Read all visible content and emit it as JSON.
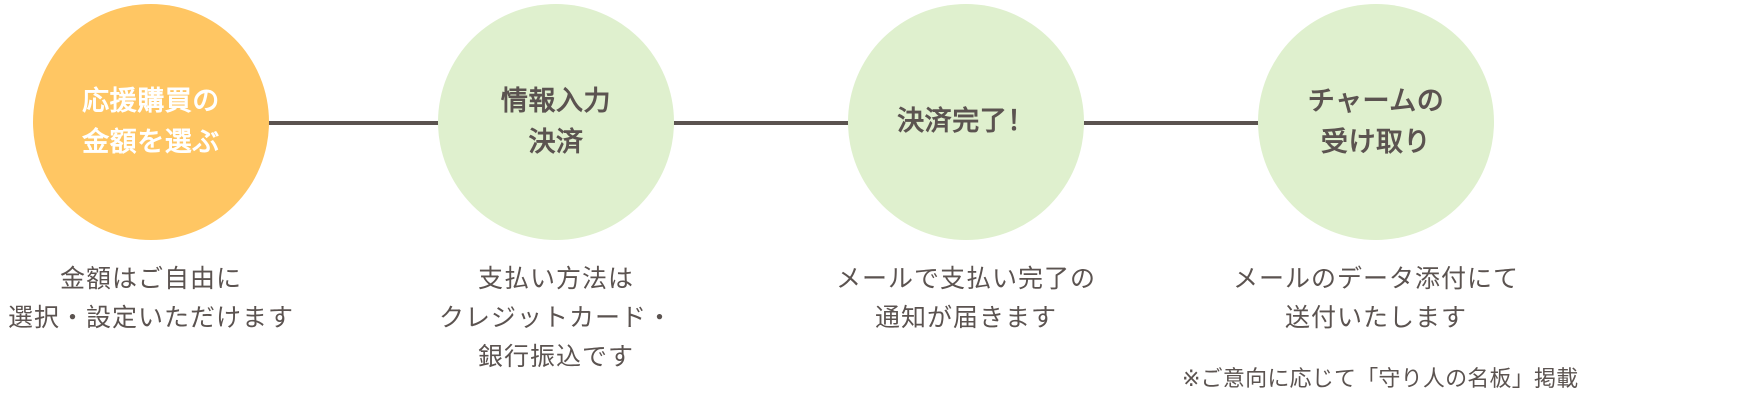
{
  "diagram": {
    "title": "purchase-flow-steps",
    "colors": {
      "accent_orange": "#ffc663",
      "step_green": "#dff0ce",
      "text_dark": "#5b5350",
      "text_light": "#ffffff",
      "connector": "#5b5350"
    },
    "steps": [
      {
        "index": "1",
        "circle_label": "応援購買の\n金額を選ぶ",
        "caption": "金額はご自由に\n選択・設定いただけます",
        "state": "active"
      },
      {
        "index": "2",
        "circle_label": "情報入力\n決済",
        "caption": "支払い方法は\nクレジットカード・\n銀行振込です",
        "state": "default"
      },
      {
        "index": "3",
        "circle_label": "決済完了！",
        "caption": "メールで支払い完了の\n通知が届きます",
        "state": "default"
      },
      {
        "index": "4",
        "circle_label": "チャームの\n受け取り",
        "caption": "メールのデータ添付にて\n送付いたします",
        "state": "default"
      }
    ],
    "footnote": "※ご意向に応じて「守り人の名板」掲載"
  }
}
